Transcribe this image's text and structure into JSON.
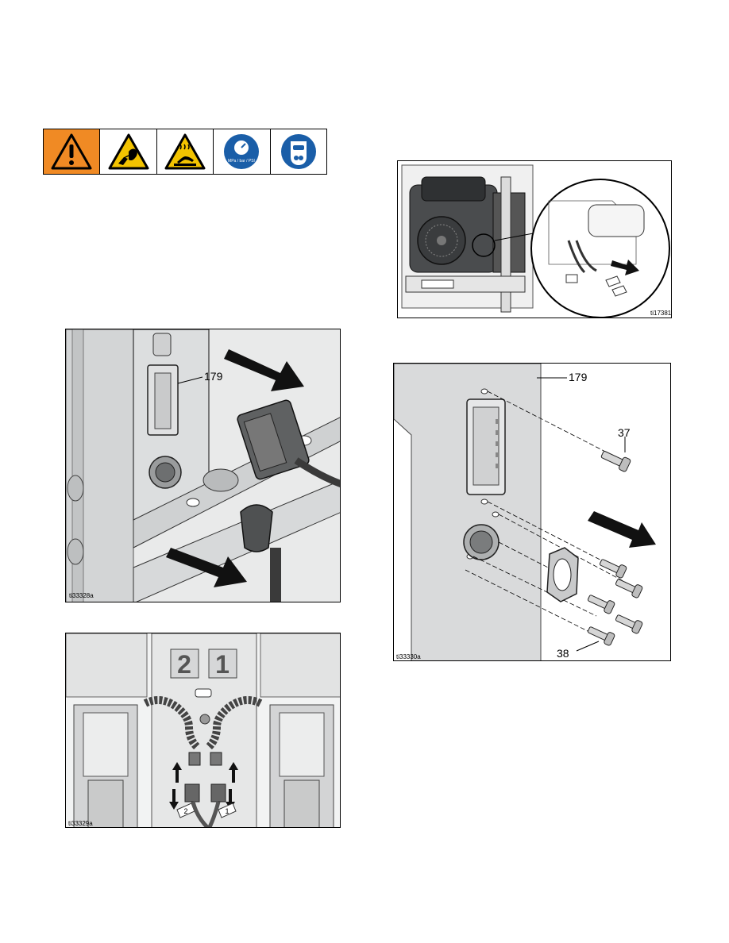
{
  "warnings": {
    "icons": [
      "general-warning-icon",
      "injection-hazard-icon",
      "hot-surface-icon",
      "pressure-relief-icon",
      "protective-equipment-icon"
    ],
    "pressure_label": "MPa / bar / PSI",
    "colors": {
      "orange": "#f08a24",
      "blue": "#1a5ea8",
      "yellow": "#f3c300"
    }
  },
  "figures": {
    "fig1": {
      "id": "ti33328a",
      "callouts": [
        "179"
      ]
    },
    "fig2": {
      "id": "ti33329a",
      "port_labels": [
        "2",
        "1"
      ],
      "tag_labels": [
        "2",
        "1"
      ]
    },
    "fig3": {
      "id": "ti17381b"
    },
    "fig4": {
      "id": "ti33330a",
      "callouts": [
        "179",
        "37",
        "38"
      ]
    }
  }
}
